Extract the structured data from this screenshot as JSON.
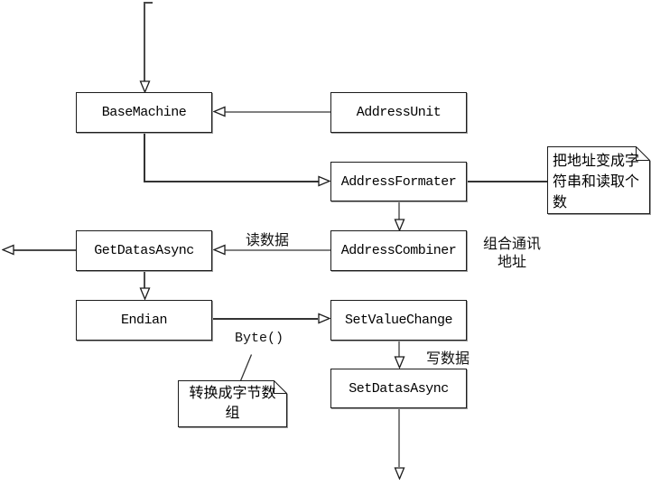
{
  "diagram": {
    "nodes": [
      {
        "id": "base-machine",
        "label": "BaseMachine"
      },
      {
        "id": "address-unit",
        "label": "AddressUnit"
      },
      {
        "id": "address-formater",
        "label": "AddressFormater"
      },
      {
        "id": "get-datas-async",
        "label": "GetDatasAsync"
      },
      {
        "id": "address-combiner",
        "label": "AddressCombiner"
      },
      {
        "id": "endian",
        "label": "Endian"
      },
      {
        "id": "set-value-change",
        "label": "SetValueChange"
      },
      {
        "id": "set-datas-async",
        "label": "SetDatasAsync"
      }
    ],
    "notes": [
      {
        "id": "note-address-format",
        "text": "把地址变成字符串和读取个数"
      },
      {
        "id": "note-byte-array",
        "text": "转换成字节数组"
      }
    ],
    "edge_labels": [
      {
        "id": "read-data",
        "text": "读数据"
      },
      {
        "id": "write-data",
        "text": "写数据"
      },
      {
        "id": "combine-address",
        "text": "组合通讯\n地址"
      },
      {
        "id": "byte-call",
        "text": "Byte()"
      }
    ],
    "colors": {
      "background": "#ffffff",
      "box_border": "#1c1c1c",
      "box_shadow": "#9a9a9a",
      "line_gray": "#808080",
      "line_dark": "#4a4a4a",
      "text": "#000000"
    }
  }
}
